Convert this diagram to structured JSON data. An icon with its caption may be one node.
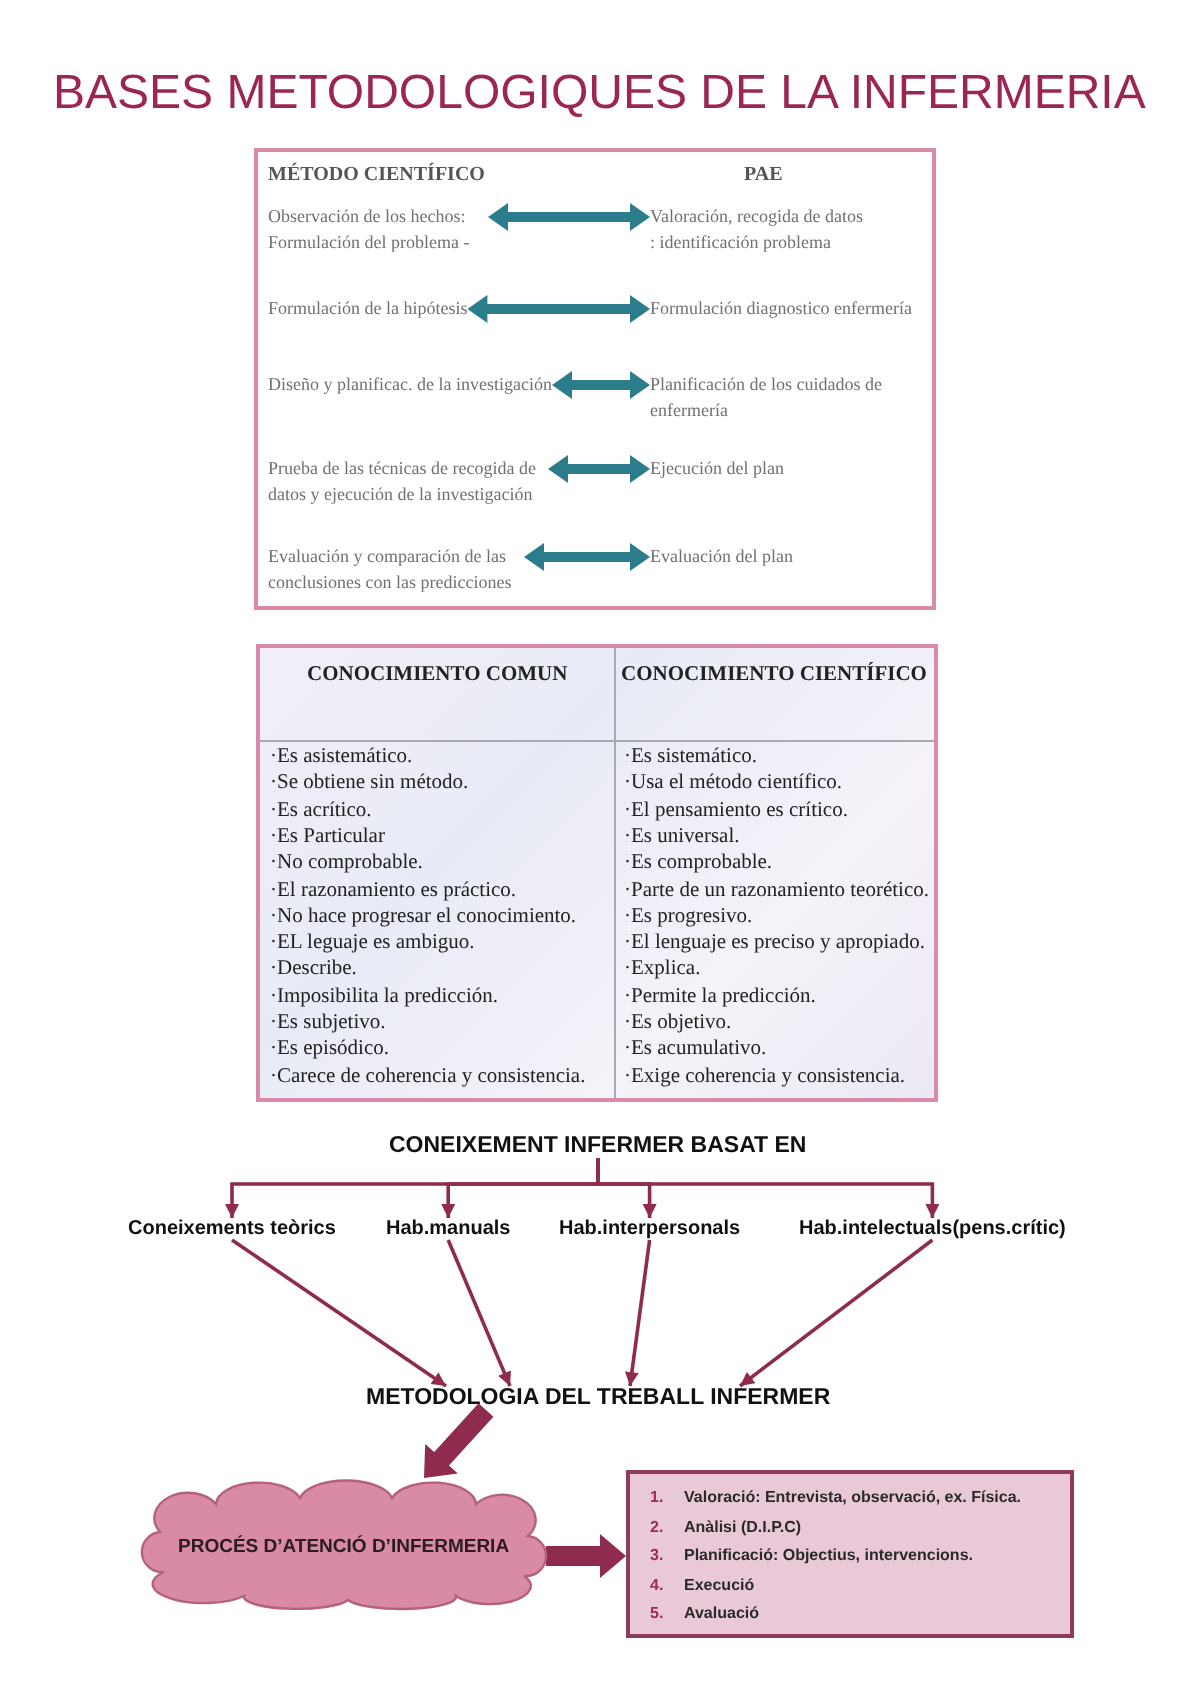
{
  "diagram": {
    "title": "BASES METODOLOGIQUES DE LA INFERMERIA",
    "nodes": [
      {
        "text": [
          "MÉTODO CIENTÍFICO",
          "PAE"
        ]
      },
      {
        "text": [
          "Observación de los hechos: Formulación del problema -"
        ],
        "in": 0
      },
      {
        "text": [
          "Valoración, recogida de datos : identificación problema"
        ],
        "in": 0
      },
      {
        "text": [
          "Formulación de la hipótesis"
        ],
        "in": 0
      },
      {
        "text": [
          "Formulación diagnostico enfermería"
        ],
        "in": 0
      },
      {
        "text": [
          "Diseño y planificac. de la investigación"
        ],
        "in": 0
      },
      {
        "text": [
          "Planificación de los cuidados de enfermería"
        ],
        "in": 0
      },
      {
        "text": [
          "Prueba de las técnicas de recogida de datos y ejecución de la investigación"
        ],
        "in": 0
      },
      {
        "text": [
          "Ejecución del plan"
        ],
        "in": 0
      },
      {
        "text": [
          "Evaluación y comparación de las conclusiones con las predicciones"
        ],
        "in": 0
      },
      {
        "text": [
          "Evaluación del plan"
        ],
        "in": 0
      },
      {
        "text": [
          "CONEIXEMENT INFERMER BASAT EN"
        ]
      },
      {
        "text": [
          "Coneixements teòrics"
        ]
      },
      {
        "text": [
          "Hab.manuals"
        ]
      },
      {
        "text": [
          "Hab.interpersonals"
        ]
      },
      {
        "text": [
          "Hab.intelectuals(pens.crític)"
        ]
      },
      {
        "text": [
          "METODOLOGIA DEL TREBALL INFERMER"
        ]
      },
      {
        "text": [
          "PROCÉS D’ATENCIÓ D’INFERMERIA"
        ]
      },
      {
        "text": [
          "1. Valoració: Entrevista, observació, ex. Física.",
          "2. Anàlisi (D.I.P.C)",
          "3. Planificació: Objectius, intervencions.",
          "4. Execució",
          "5. Avaluació"
        ]
      }
    ],
    "edges": [
      {
        "from": 1,
        "to": 2,
        "arrow": "both",
        "style": "thick",
        "color": "#2b7d8c"
      },
      {
        "from": 3,
        "to": 4,
        "arrow": "both",
        "style": "thick",
        "color": "#2b7d8c"
      },
      {
        "from": 5,
        "to": 6,
        "arrow": "both",
        "style": "thick",
        "color": "#2b7d8c"
      },
      {
        "from": 7,
        "to": 8,
        "arrow": "both",
        "style": "thick",
        "color": "#2b7d8c"
      },
      {
        "from": 9,
        "to": 10,
        "arrow": "both",
        "style": "thick",
        "color": "#2b7d8c"
      },
      {
        "from": 11,
        "to": 12,
        "arrow": "to"
      },
      {
        "from": 11,
        "to": 13,
        "arrow": "to"
      },
      {
        "from": 11,
        "to": 14,
        "arrow": "to"
      },
      {
        "from": 11,
        "to": 15,
        "arrow": "to"
      },
      {
        "from": 12,
        "to": 16,
        "arrow": "to"
      },
      {
        "from": 13,
        "to": 16,
        "arrow": "to"
      },
      {
        "from": 14,
        "to": 16,
        "arrow": "to"
      },
      {
        "from": 15,
        "to": 16,
        "arrow": "to"
      },
      {
        "from": 16,
        "to": 17,
        "arrow": "to",
        "style": "thick"
      },
      {
        "from": 17,
        "to": 18,
        "arrow": "to",
        "style": "thick"
      }
    ],
    "labels": [
      "CONOCIMIENTO COMUN",
      "CONOCIMIENTO CIENTÍFICO",
      "·Es asistemático.",
      "·Es sistemático.",
      "·Se obtiene sin método.",
      "·Usa el método científico.",
      "·Es acrítico.",
      "·El pensamiento es crítico.",
      "·Es Particular",
      "·Es universal.",
      "·No comprobable.",
      "·Es comprobable.",
      "·El razonamiento es práctico.",
      "·Parte de un razonamiento teorético.",
      "·No hace progresar el conocimiento.",
      "·Es progresivo.",
      "·EL leguaje es ambiguo.",
      "·El lenguaje es preciso y apropiado.",
      "·Describe.",
      "·Explica.",
      "·Imposibilita la predicción.",
      "·Permite la predicción.",
      "·Es subjetivo.",
      "·Es objetivo.",
      "·Es episódico.",
      "·Es acumulativo.",
      "·Carece de coherencia y consistencia.",
      "·Exige coherencia y consistencia."
    ]
  }
}
